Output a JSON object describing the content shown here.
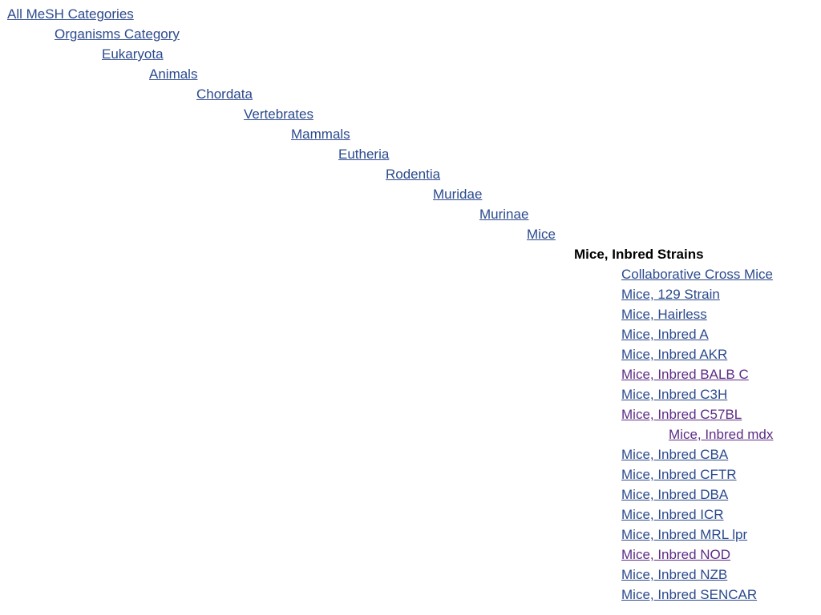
{
  "ancestors": [
    "All MeSH Categories",
    "Organisms Category",
    "Eukaryota",
    "Animals",
    "Chordata",
    "Vertebrates",
    "Mammals",
    "Eutheria",
    "Rodentia",
    "Muridae",
    "Murinae",
    "Mice"
  ],
  "current": "Mice, Inbred Strains",
  "children": [
    "Collaborative Cross Mice",
    "Mice, 129 Strain",
    "Mice, Hairless",
    "Mice, Inbred A",
    "Mice, Inbred AKR",
    "Mice, Inbred BALB C",
    "Mice, Inbred C3H",
    "Mice, Inbred C57BL",
    "Mice, Inbred CBA",
    "Mice, Inbred CFTR",
    "Mice, Inbred DBA",
    "Mice, Inbred ICR",
    "Mice, Inbred MRL lpr",
    "Mice, Inbred NOD",
    "Mice, Inbred NZB",
    "Mice, Inbred SENCAR"
  ],
  "grandchild": "Mice, Inbred mdx",
  "colors": {
    "link": "#2b4a8d",
    "visited": "#5d2c86",
    "current": "#000000"
  }
}
